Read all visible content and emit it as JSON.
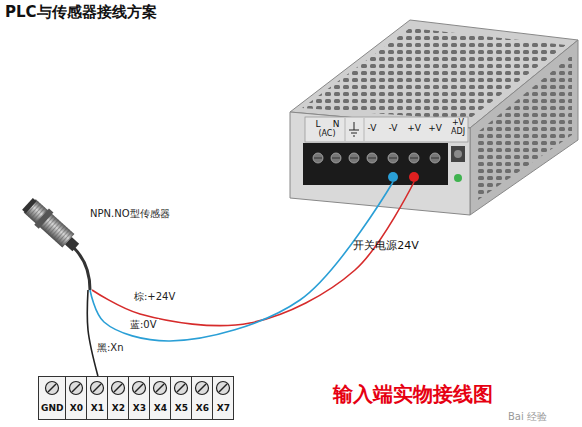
{
  "diagram": {
    "title": "PLC与传感器接线方案",
    "caption": "输入端实物接线图",
    "nodes": [
      {
        "text": [
          "NPN.NO型传感器"
        ]
      },
      {
        "text": [
          "开关电源24V",
          "L",
          "N",
          "(AC)",
          "-V",
          "-V",
          "+V",
          "+V",
          "+V ADJ"
        ]
      },
      {
        "text": [
          "GND",
          "X0",
          "X1",
          "X2",
          "X3",
          "X4",
          "X5",
          "X6",
          "X7"
        ]
      }
    ],
    "edges": [
      {
        "from": 0,
        "to": 1,
        "label": "棕:+24V",
        "arrow": "none"
      },
      {
        "from": 0,
        "to": 1,
        "label": "蓝:0V",
        "arrow": "none"
      },
      {
        "from": 0,
        "to": 2,
        "label": "黑:Xn",
        "arrow": "none"
      }
    ],
    "labels": [
      "Bai 经验"
    ]
  }
}
